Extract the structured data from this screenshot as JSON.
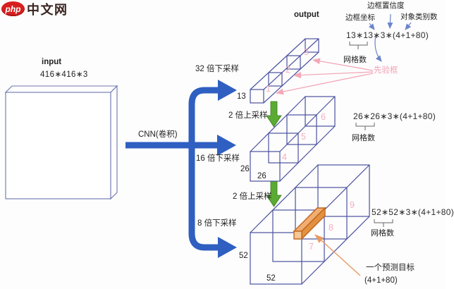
{
  "logo": {
    "badge": "php",
    "site": "中文网"
  },
  "input": {
    "label": "input",
    "dims": "416∗416∗3"
  },
  "flow": {
    "cnn": "CNN(卷积)",
    "down32": "32 倍下采样",
    "down16": "16 倍下采样",
    "down8": "8 倍下采样",
    "up2_a": "2 倍上采样",
    "up2_b": "2 倍上采样"
  },
  "output": {
    "label": "output",
    "scales": [
      {
        "size_left": "13",
        "faces": [
          "1",
          "2",
          "3"
        ],
        "formula": "13∗13∗3∗(4+1+80)",
        "grid": "网格数"
      },
      {
        "size_left": "26",
        "size_bottom": "26",
        "faces": [
          "4",
          "5",
          "6"
        ],
        "formula": "26∗26∗3∗(4+1+80)",
        "grid": "网格数"
      },
      {
        "size_left": "52",
        "size_bottom": "52",
        "faces": [
          "7",
          "8",
          "9"
        ],
        "formula": "52∗52∗3∗(4+1+80)",
        "grid": "网格数"
      }
    ],
    "annotations": {
      "confidence": "边框置信度",
      "coords": "边框坐标",
      "classes": "对象类别数",
      "prior": "先验框",
      "pred_title": "一个预测目标",
      "pred_dims": "(4+1+80)"
    }
  },
  "colors": {
    "flow_arrow_blue": "#2f5fc1",
    "upsample_green": "#5aab33",
    "wireframe_navy": "#4a519e",
    "prior_pink": "#f2a3b6",
    "annotation_blue": "#6b84cc",
    "target_orange": "#c2661c",
    "logo_red": "#d81f1f"
  }
}
